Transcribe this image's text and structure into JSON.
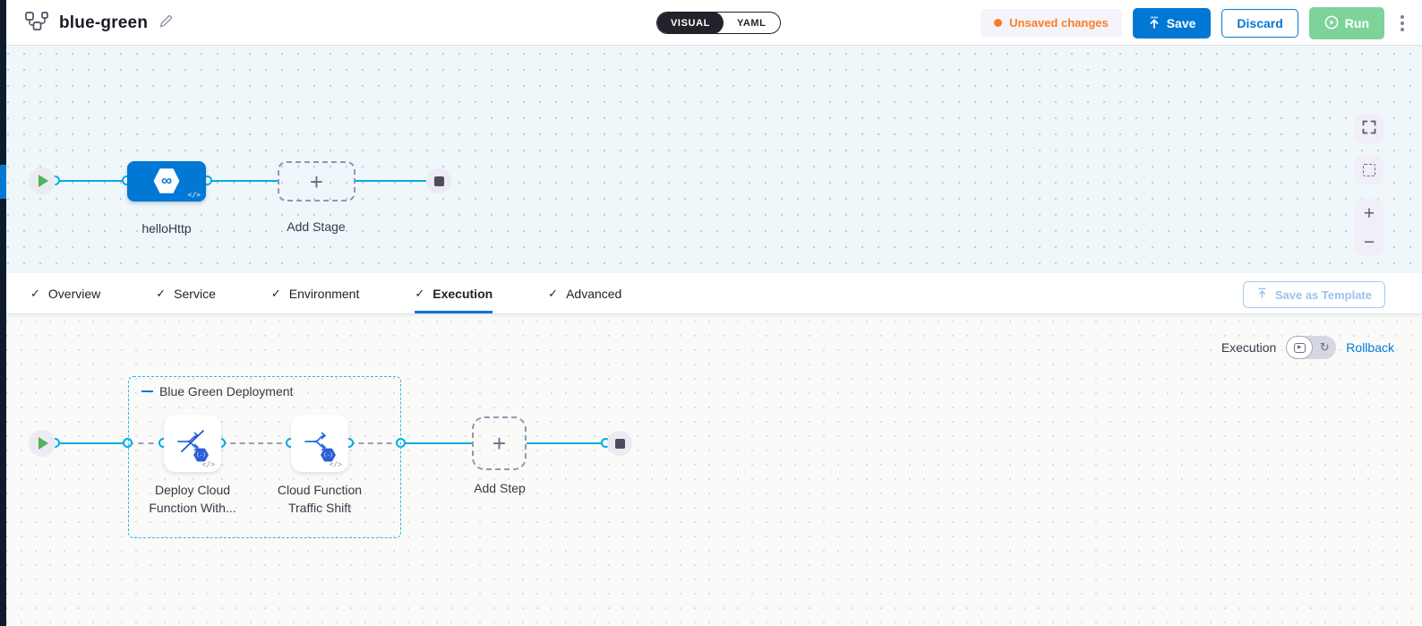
{
  "header": {
    "title": "blue-green",
    "view_toggle": {
      "visual_label": "VISUAL",
      "yaml_label": "YAML",
      "selected": "VISUAL"
    },
    "unsaved_label": "Unsaved changes",
    "save_label": "Save",
    "discard_label": "Discard",
    "run_label": "Run"
  },
  "stage_canvas": {
    "stage_name": "helloHttp",
    "add_stage_label": "Add Stage"
  },
  "tabs": {
    "items": [
      {
        "label": "Overview"
      },
      {
        "label": "Service"
      },
      {
        "label": "Environment"
      },
      {
        "label": "Execution"
      },
      {
        "label": "Advanced"
      }
    ],
    "active": "Execution",
    "save_as_template_label": "Save as Template"
  },
  "execution": {
    "mode_label": "Execution",
    "rollback_label": "Rollback",
    "group_label": "Blue Green Deployment",
    "step1_label": "Deploy Cloud Function With...",
    "step2_label": "Cloud Function Traffic Shift",
    "add_step_label": "Add Step"
  },
  "icons": {
    "check": "✓",
    "plus": "+",
    "minus": "−",
    "code": "</>",
    "infinity": "∞",
    "gcf_badge": "(-)",
    "rollback_glyph": "↻",
    "mini_play": "▶"
  },
  "colors": {
    "primary_blue": "#0278d5",
    "connector_blue": "#00ade4",
    "unsaved_orange": "#ff7b26",
    "run_green": "#7ed39a",
    "toggle_dark": "#22222a"
  }
}
